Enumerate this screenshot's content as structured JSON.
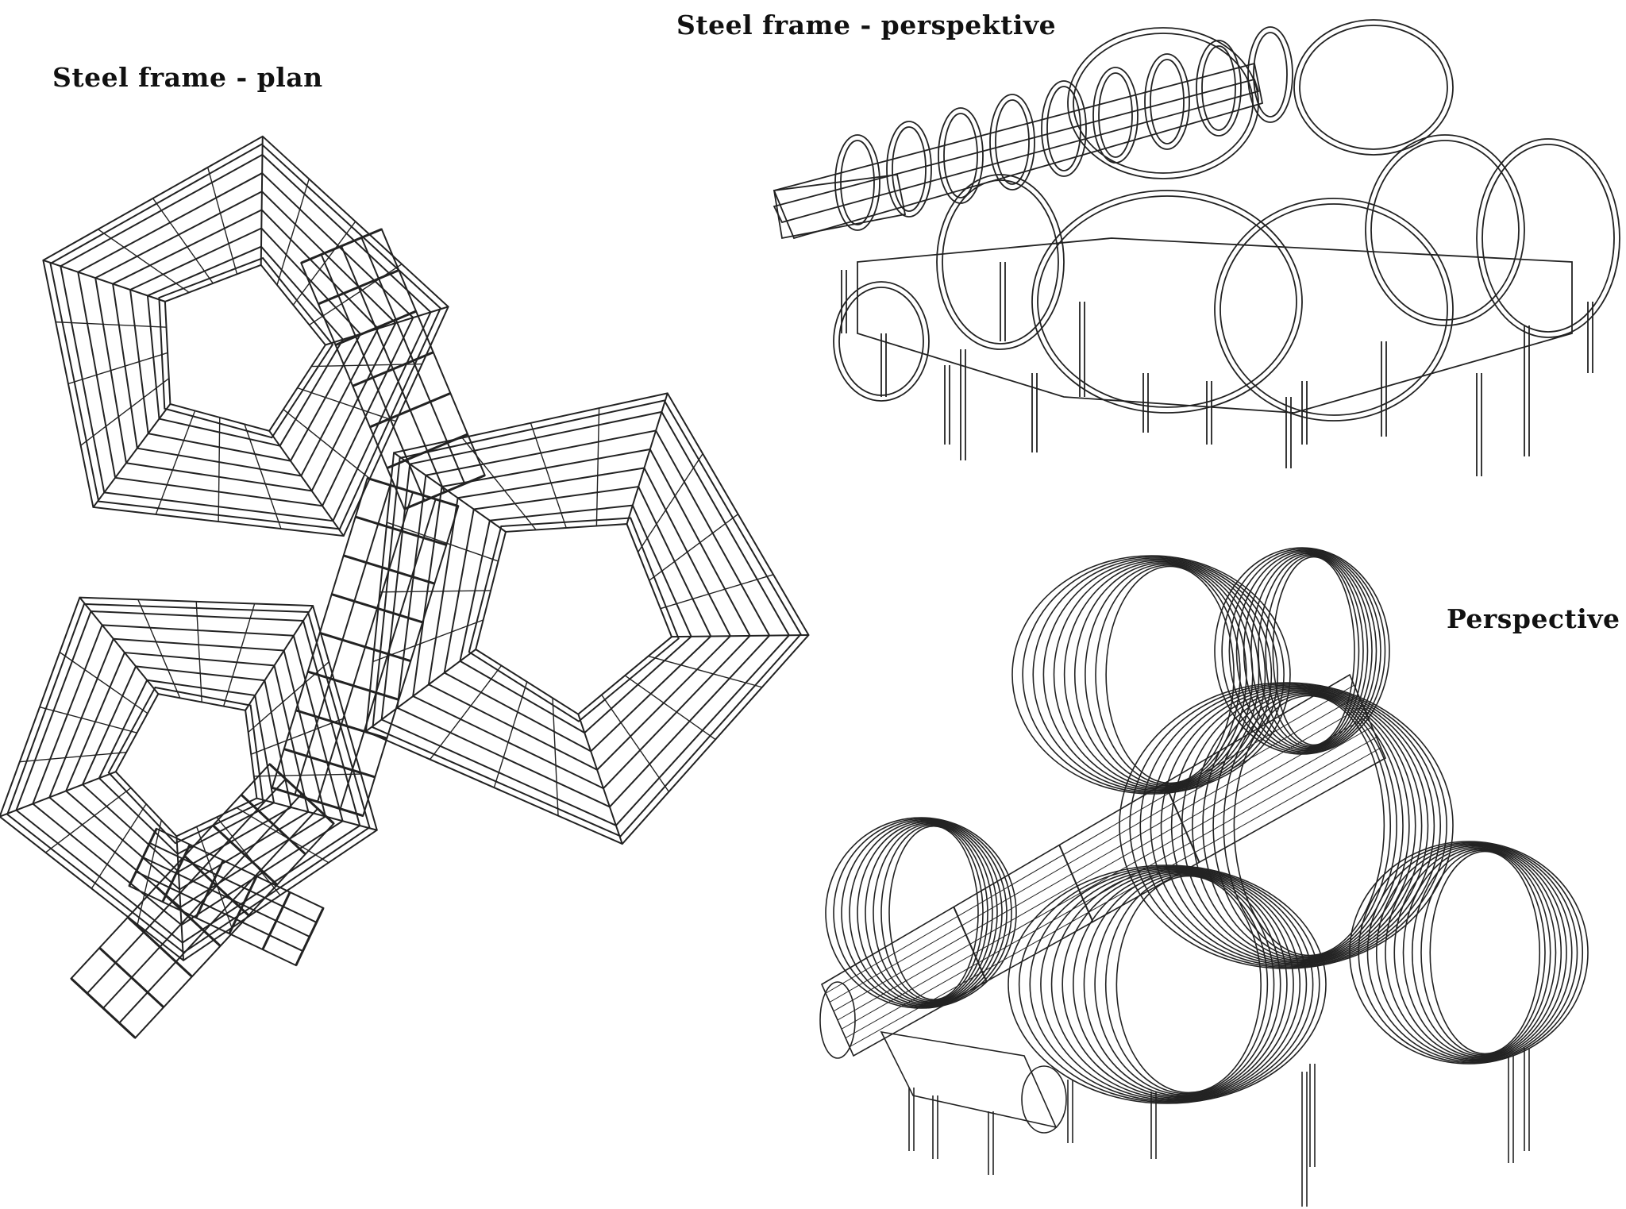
{
  "labels": {
    "plan": "Steel frame - plan",
    "frame_perspective": "Steel frame - perspektive",
    "perspective": "Perspective"
  },
  "colors": {
    "background": "#ffffff",
    "line": "#222222",
    "text": "#111111"
  }
}
